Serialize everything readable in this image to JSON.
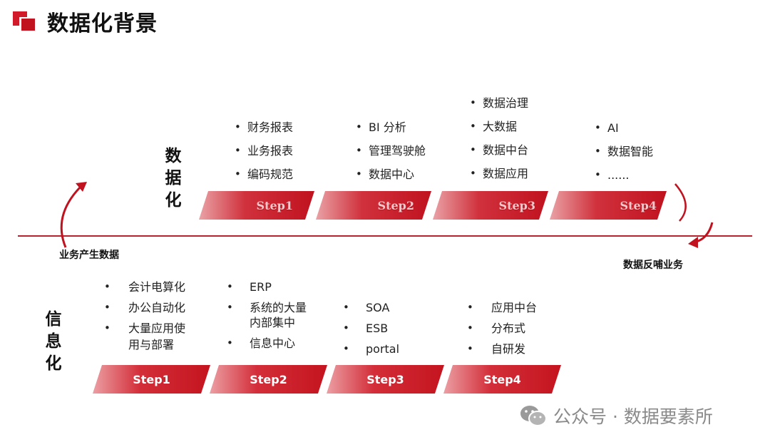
{
  "page": {
    "title": "数据化背景"
  },
  "colors": {
    "accent": "#c0121f",
    "divider": "#b8232d"
  },
  "digitization": {
    "label": "数据化",
    "steps": [
      {
        "label": "Step1",
        "items": [
          "财务报表",
          "业务报表",
          "编码规范"
        ]
      },
      {
        "label": "Step2",
        "items": [
          "BI 分析",
          "管理驾驶舱",
          "数据中心"
        ]
      },
      {
        "label": "Step3",
        "items": [
          "数据治理",
          "大数据",
          "数据中台",
          "数据应用"
        ]
      },
      {
        "label": "Step4",
        "items": [
          "AI",
          "数据智能",
          "......"
        ]
      }
    ]
  },
  "informatization": {
    "label": "信息化",
    "steps": [
      {
        "label": "Step1",
        "items": [
          "会计电算化",
          "办公自动化",
          "大量应用使",
          "用与部署"
        ]
      },
      {
        "label": "Step2",
        "items": [
          "ERP",
          "系统的大量",
          "内部集中",
          "信息中心"
        ]
      },
      {
        "label": "Step3",
        "items": [
          "SOA",
          "ESB",
          "portal"
        ]
      },
      {
        "label": "Step4",
        "items": [
          "应用中台",
          "分布式",
          "自研发"
        ]
      }
    ]
  },
  "cycle": {
    "left_label": "业务产生数据",
    "right_label": "数据反哺业务"
  },
  "watermark": {
    "text": "公众号 · 数据要素所",
    "icon": "wechat-icon"
  }
}
